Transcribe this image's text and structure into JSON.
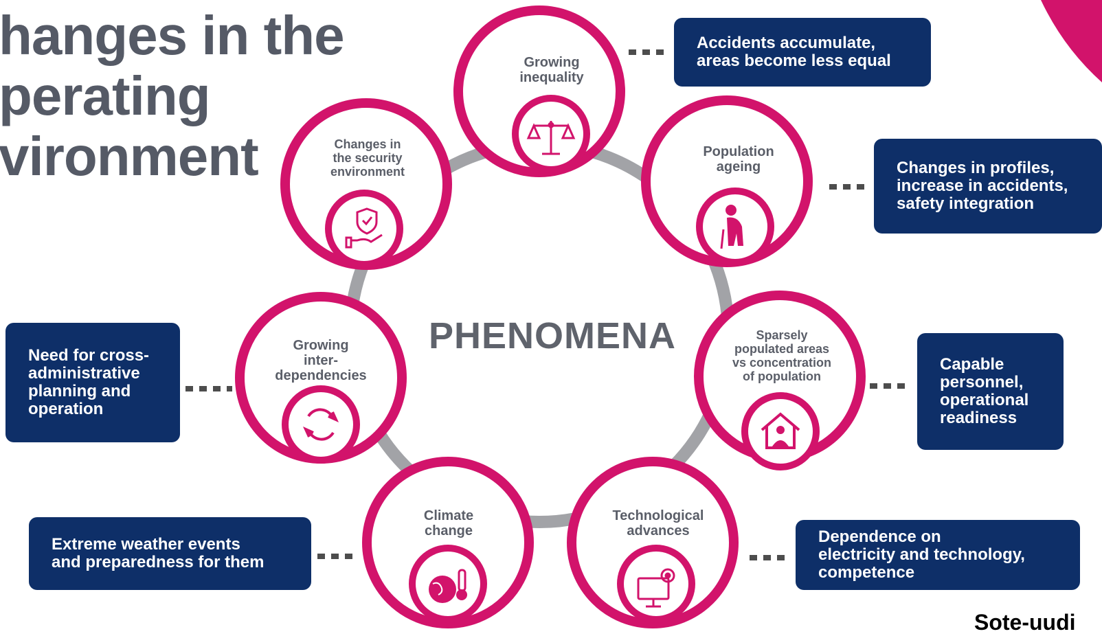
{
  "title": "hanges in the\nperating\nvironment",
  "center_label": "PHENOMENA",
  "colors": {
    "ring": "#d2136b",
    "connector": "#a2a3a7",
    "box": "#0e2f68",
    "text_gray": "#5a5e68",
    "corner": "#d2136b"
  },
  "phenomena": [
    {
      "label": "Growing\ninequality",
      "icon": "scales-icon",
      "note": "Accidents accumulate,\nareas become less equal"
    },
    {
      "label": "Population\nageing",
      "icon": "elderly-person-icon",
      "note": "Changes in profiles,\nincrease in accidents,\nsafety integration"
    },
    {
      "label": "Sparsely\npopulated areas\nvs concentration\nof population",
      "icon": "house-person-icon",
      "note": "Capable\npersonnel,\noperational\nreadiness"
    },
    {
      "label": "Technological\nadvances",
      "icon": "computer-gear-icon",
      "note": "Dependence on\nelectricity and technology,\ncompetence"
    },
    {
      "label": "Climate\nchange",
      "icon": "globe-thermometer-icon",
      "note": "Extreme weather events\nand preparedness for them"
    },
    {
      "label": "Growing\ninter-\ndependencies",
      "icon": "refresh-arrows-icon",
      "note": "Need for cross-\nadministrative\nplanning and\noperation"
    },
    {
      "label": "Changes in\nthe security\nenvironment",
      "icon": "shield-hand-icon",
      "note": ""
    }
  ],
  "logo": "Sote-uudi"
}
